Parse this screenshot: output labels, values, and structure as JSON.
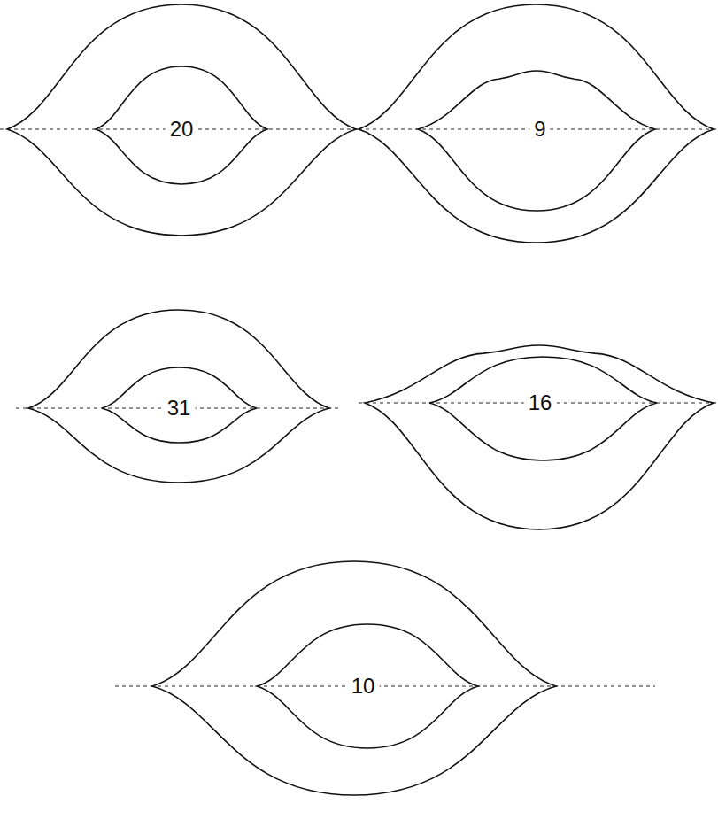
{
  "diagram": {
    "nodes": [
      {
        "text": [
          "20"
        ]
      },
      {
        "text": [
          "9"
        ]
      },
      {
        "text": [
          "31"
        ]
      },
      {
        "text": [
          "16"
        ]
      },
      {
        "text": [
          "10"
        ]
      }
    ]
  }
}
